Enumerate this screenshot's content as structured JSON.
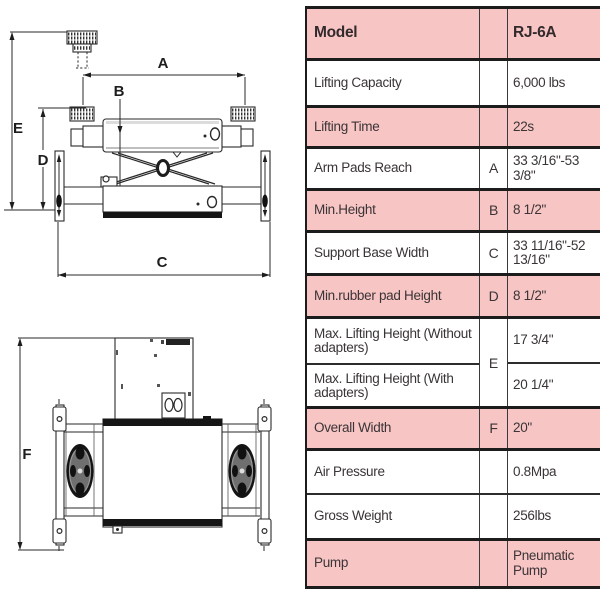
{
  "table": {
    "rows": [
      {
        "label": "Model",
        "letter": "",
        "value": "RJ-6A",
        "highlight": true
      },
      {
        "label": "Lifting Capacity",
        "letter": "",
        "value": "6,000 lbs",
        "highlight": false
      },
      {
        "label": "Lifting Time",
        "letter": "",
        "value": "22s",
        "highlight": true
      },
      {
        "label": "Arm Pads Reach",
        "letter": "A",
        "value": "33 3/16\"-53 3/8\"",
        "highlight": false
      },
      {
        "label": "Min.Height",
        "letter": "B",
        "value": "8 1/2\"",
        "highlight": true
      },
      {
        "label": "Support Base Width",
        "letter": "C",
        "value": "33 11/16\"-52 13/16\"",
        "highlight": false
      },
      {
        "label": "Min.rubber pad Height",
        "letter": "D",
        "value": "8 1/2\"",
        "highlight": true
      },
      {
        "label": "Max. Lifting Height  (Without adapters)",
        "letter": "E",
        "value": "17 3/4\"",
        "highlight": false
      },
      {
        "label": "Max. Lifting Height (With adapters)",
        "letter": "",
        "value": "20 1/4\"",
        "highlight": false
      },
      {
        "label": "Overall Width",
        "letter": "F",
        "value": "20\"",
        "highlight": true
      },
      {
        "label": "Air Pressure",
        "letter": "",
        "value": "0.8Mpa",
        "highlight": false
      },
      {
        "label": "Gross Weight",
        "letter": "",
        "value": "256lbs",
        "highlight": false
      },
      {
        "label": "Pump",
        "letter": "",
        "value": "Pneumatic Pump",
        "highlight": true
      }
    ]
  },
  "diagram": {
    "labels": {
      "A": "A",
      "B": "B",
      "C": "C",
      "D": "D",
      "E": "E",
      "F": "F"
    }
  },
  "colors": {
    "row_highlight": "#f8c5c5",
    "table_border": "#1c1c1c",
    "line_art": "#2a2a2a"
  }
}
